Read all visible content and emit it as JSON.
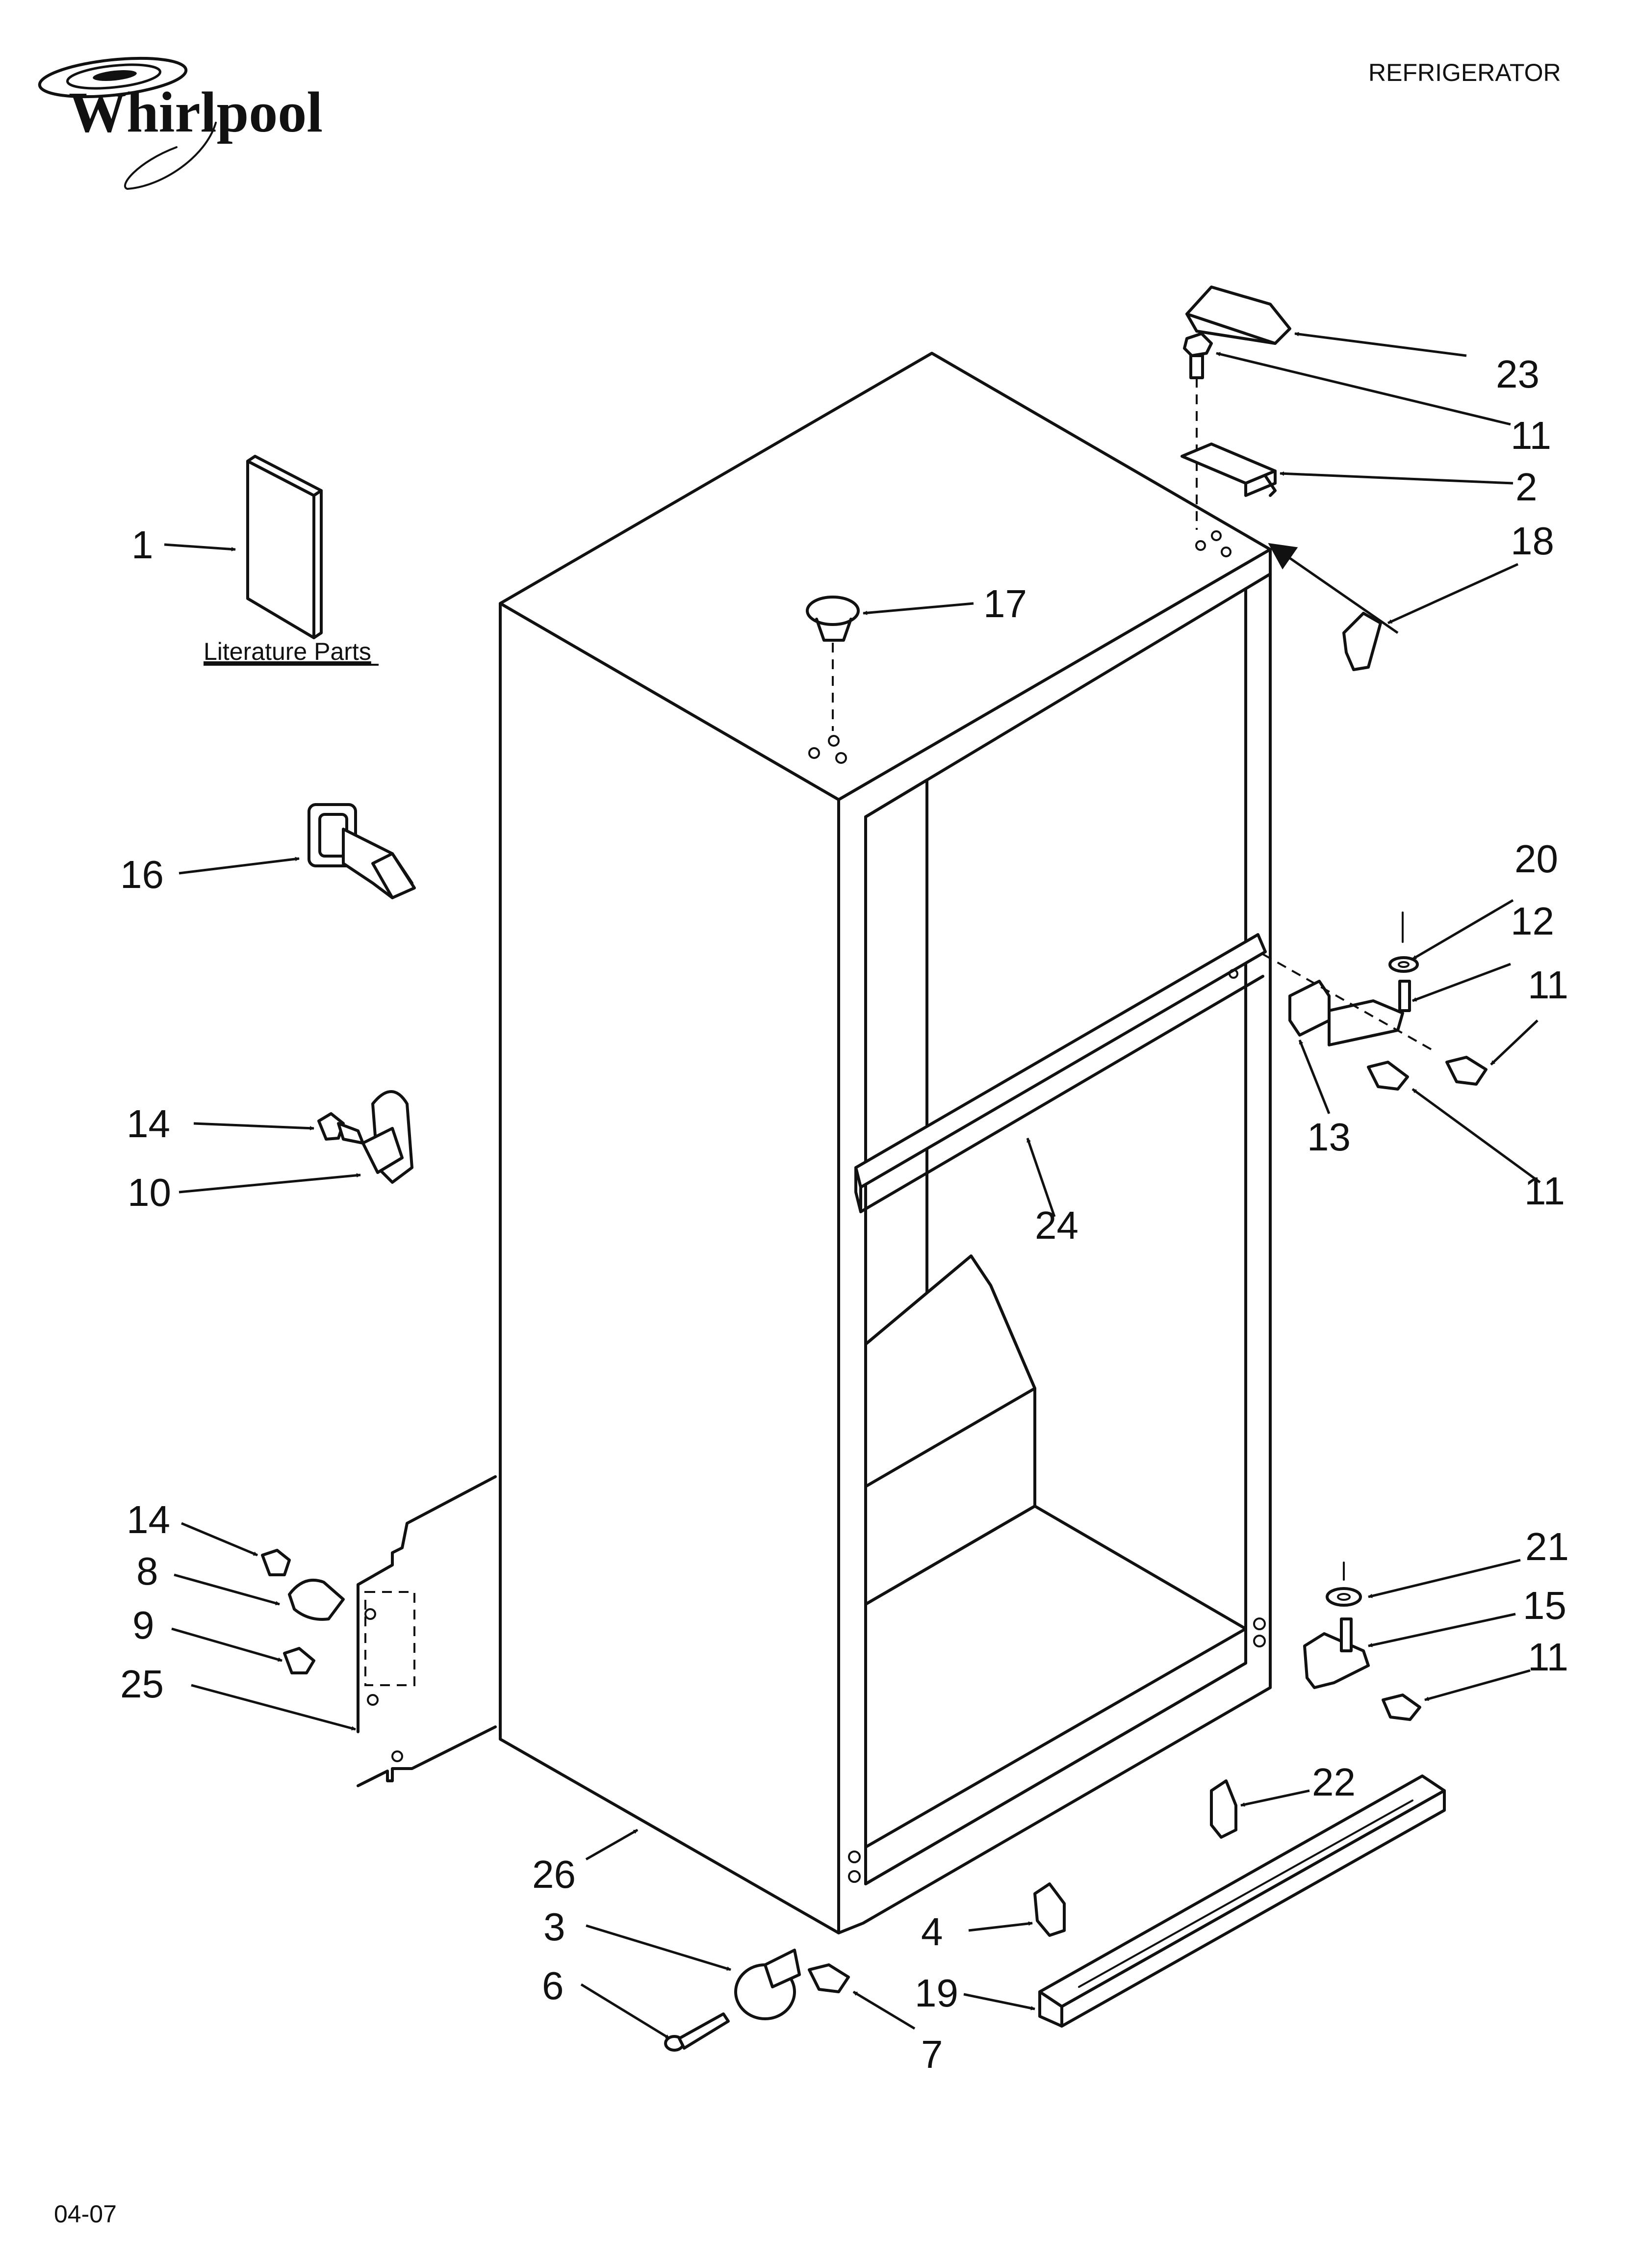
{
  "header": {
    "brand": "Whirlpool",
    "category": "REFRIGERATOR",
    "date_code": "04-07"
  },
  "literature_label": "Literature Parts",
  "callouts": [
    {
      "id": "c1",
      "label": "1"
    },
    {
      "id": "c2",
      "label": "2"
    },
    {
      "id": "c3",
      "label": "3"
    },
    {
      "id": "c4",
      "label": "4"
    },
    {
      "id": "c6",
      "label": "6"
    },
    {
      "id": "c7",
      "label": "7"
    },
    {
      "id": "c8",
      "label": "8"
    },
    {
      "id": "c9",
      "label": "9"
    },
    {
      "id": "c10",
      "label": "10"
    },
    {
      "id": "c11a",
      "label": "11"
    },
    {
      "id": "c11b",
      "label": "11"
    },
    {
      "id": "c11c",
      "label": "11"
    },
    {
      "id": "c11d",
      "label": "11"
    },
    {
      "id": "c12",
      "label": "12"
    },
    {
      "id": "c13",
      "label": "13"
    },
    {
      "id": "c14a",
      "label": "14"
    },
    {
      "id": "c14b",
      "label": "14"
    },
    {
      "id": "c15",
      "label": "15"
    },
    {
      "id": "c16",
      "label": "16"
    },
    {
      "id": "c17",
      "label": "17"
    },
    {
      "id": "c18",
      "label": "18"
    },
    {
      "id": "c19",
      "label": "19"
    },
    {
      "id": "c20",
      "label": "20"
    },
    {
      "id": "c21",
      "label": "21"
    },
    {
      "id": "c22",
      "label": "22"
    },
    {
      "id": "c23",
      "label": "23"
    },
    {
      "id": "c24",
      "label": "24"
    },
    {
      "id": "c25",
      "label": "25"
    },
    {
      "id": "c26",
      "label": "26"
    }
  ],
  "colors": {
    "ink": "#111111",
    "paper": "#ffffff"
  }
}
